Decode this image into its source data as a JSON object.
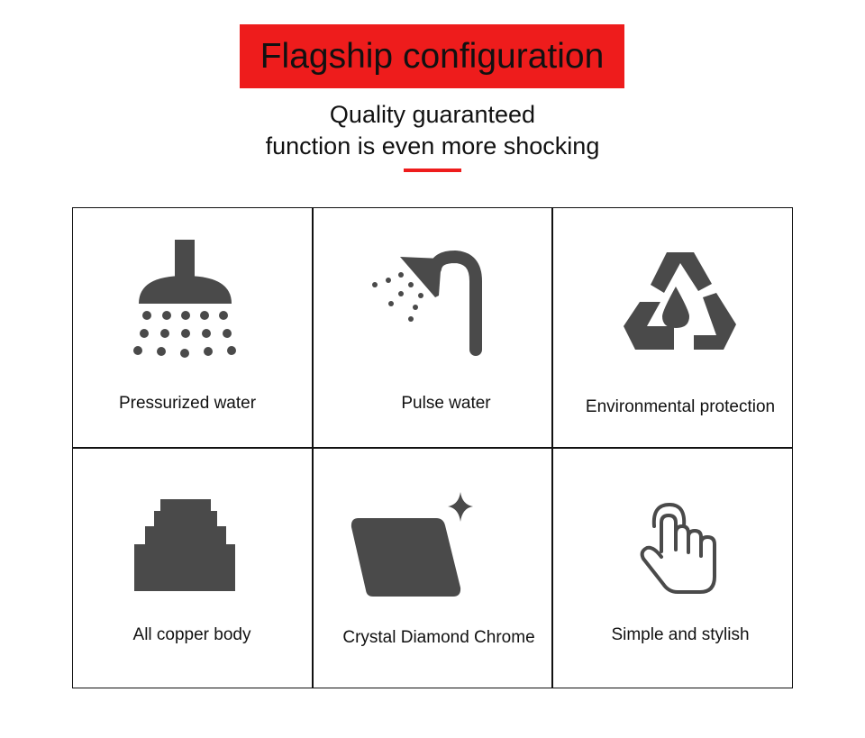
{
  "header": {
    "title": "Flagship configuration",
    "subtitle_line1": "Quality guaranteed",
    "subtitle_line2": "function is even more shocking"
  },
  "features": [
    {
      "label": "Pressurized water",
      "icon": "shower-head-icon"
    },
    {
      "label": "Pulse water",
      "icon": "pulse-shower-icon"
    },
    {
      "label": "Environmental protection",
      "icon": "recycle-icon"
    },
    {
      "label": "All copper body",
      "icon": "copper-body-icon"
    },
    {
      "label": "Crystal Diamond Chrome",
      "icon": "diamond-chrome-icon"
    },
    {
      "label": "Simple and stylish",
      "icon": "touch-hand-icon"
    }
  ],
  "colors": {
    "accent": "#ee1c1c",
    "icon": "#4a4a4a"
  }
}
